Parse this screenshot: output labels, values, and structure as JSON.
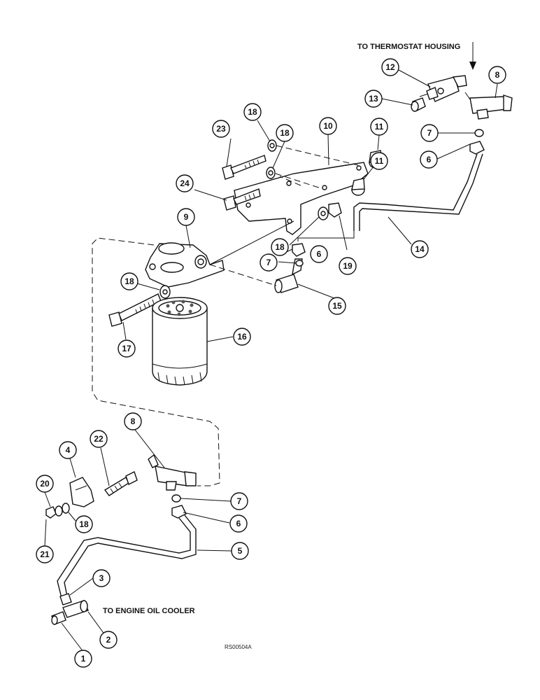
{
  "labels": {
    "thermostat": "TO THERMOSTAT HOUSING",
    "oil_cooler": "TO ENGINE OIL COOLER",
    "drawing_code": "RS00504A"
  },
  "callouts": {
    "c1": "1",
    "c2": "2",
    "c3": "3",
    "c4": "4",
    "c5": "5",
    "c6a": "6",
    "c6b": "6",
    "c6c": "6",
    "c7a": "7",
    "c7b": "7",
    "c7c": "7",
    "c8a": "8",
    "c8b": "8",
    "c9": "9",
    "c10": "10",
    "c11a": "11",
    "c11b": "11",
    "c12": "12",
    "c13": "13",
    "c14": "14",
    "c15": "15",
    "c16": "16",
    "c17": "17",
    "c18a": "18",
    "c18b": "18",
    "c18c": "18",
    "c18d": "18",
    "c18e": "18",
    "c19": "19",
    "c20": "20",
    "c21": "21",
    "c22": "22",
    "c23": "23",
    "c24": "24"
  }
}
